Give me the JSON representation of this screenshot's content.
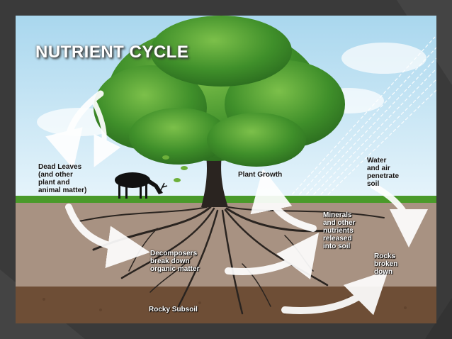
{
  "title": "NUTRIENT CYCLE",
  "labels": {
    "dead_leaves": "Dead Leaves\n(and other\nplant and\nanimal matter)",
    "plant_growth": "Plant Growth",
    "water_air": "Water\nand air\npenetrate\nsoil",
    "minerals": "Minerals\nand other\nnutrients\nreleased\ninto soil",
    "decomposers": "Decomposers\nbreak down\norganic matter",
    "rocks": "Rocks\nbroken\ndown",
    "rocky_subsoil": "Rocky Subsoil"
  },
  "colors": {
    "sky": "#bfe3f3",
    "grass": "#4a9a2a",
    "topsoil": "#a89282",
    "subsoil": "#6e4e36",
    "foliage": "#3f8f2a",
    "trunk": "#2a2420",
    "arrow": "#ffffff"
  }
}
